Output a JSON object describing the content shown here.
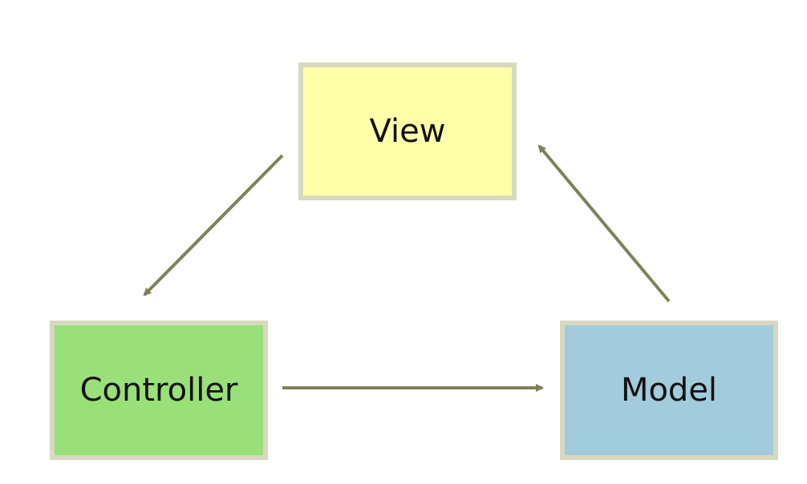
{
  "diagram": {
    "nodes": {
      "view": {
        "label": "View",
        "fill": "#ffffaa"
      },
      "controller": {
        "label": "Controller",
        "fill": "#99e079"
      },
      "model": {
        "label": "Model",
        "fill": "#a2cbdb"
      }
    },
    "edges": [
      {
        "from": "view",
        "to": "controller"
      },
      {
        "from": "controller",
        "to": "model"
      },
      {
        "from": "model",
        "to": "view"
      }
    ],
    "colors": {
      "arrow": "#808057",
      "node_border": "#d8d8c0"
    }
  }
}
